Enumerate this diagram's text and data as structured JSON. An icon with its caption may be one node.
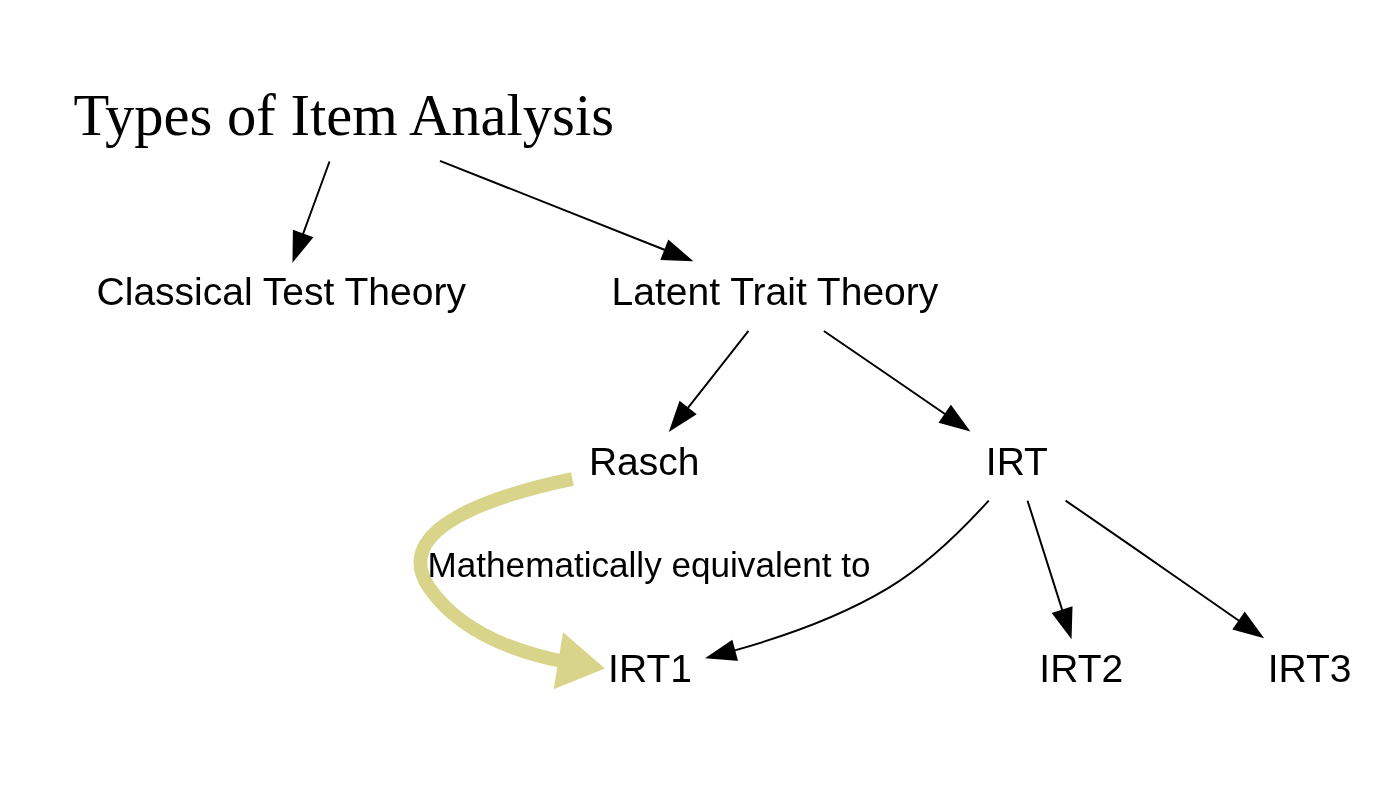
{
  "diagram": {
    "nodes": [
      {
        "text": [
          "Types of Item Analysis"
        ]
      },
      {
        "text": [
          "Classical Test Theory"
        ]
      },
      {
        "text": [
          "Latent Trait Theory"
        ]
      },
      {
        "text": [
          "Rasch"
        ]
      },
      {
        "text": [
          "IRT"
        ]
      },
      {
        "text": [
          "IRT1"
        ]
      },
      {
        "text": [
          "IRT2"
        ]
      },
      {
        "text": [
          "IRT3"
        ]
      }
    ],
    "edges": [
      {
        "from": 0,
        "to": 1,
        "arrow": "to"
      },
      {
        "from": 0,
        "to": 2,
        "arrow": "to"
      },
      {
        "from": 2,
        "to": 3,
        "arrow": "to"
      },
      {
        "from": 2,
        "to": 4,
        "arrow": "to"
      },
      {
        "from": 3,
        "to": 5,
        "arrow": "to",
        "label": "Mathematically equivalent to",
        "style": "thick",
        "color": "#d8d48a"
      },
      {
        "from": 4,
        "to": 5,
        "arrow": "to"
      },
      {
        "from": 4,
        "to": 6,
        "arrow": "to"
      },
      {
        "from": 4,
        "to": 7,
        "arrow": "to"
      }
    ]
  }
}
